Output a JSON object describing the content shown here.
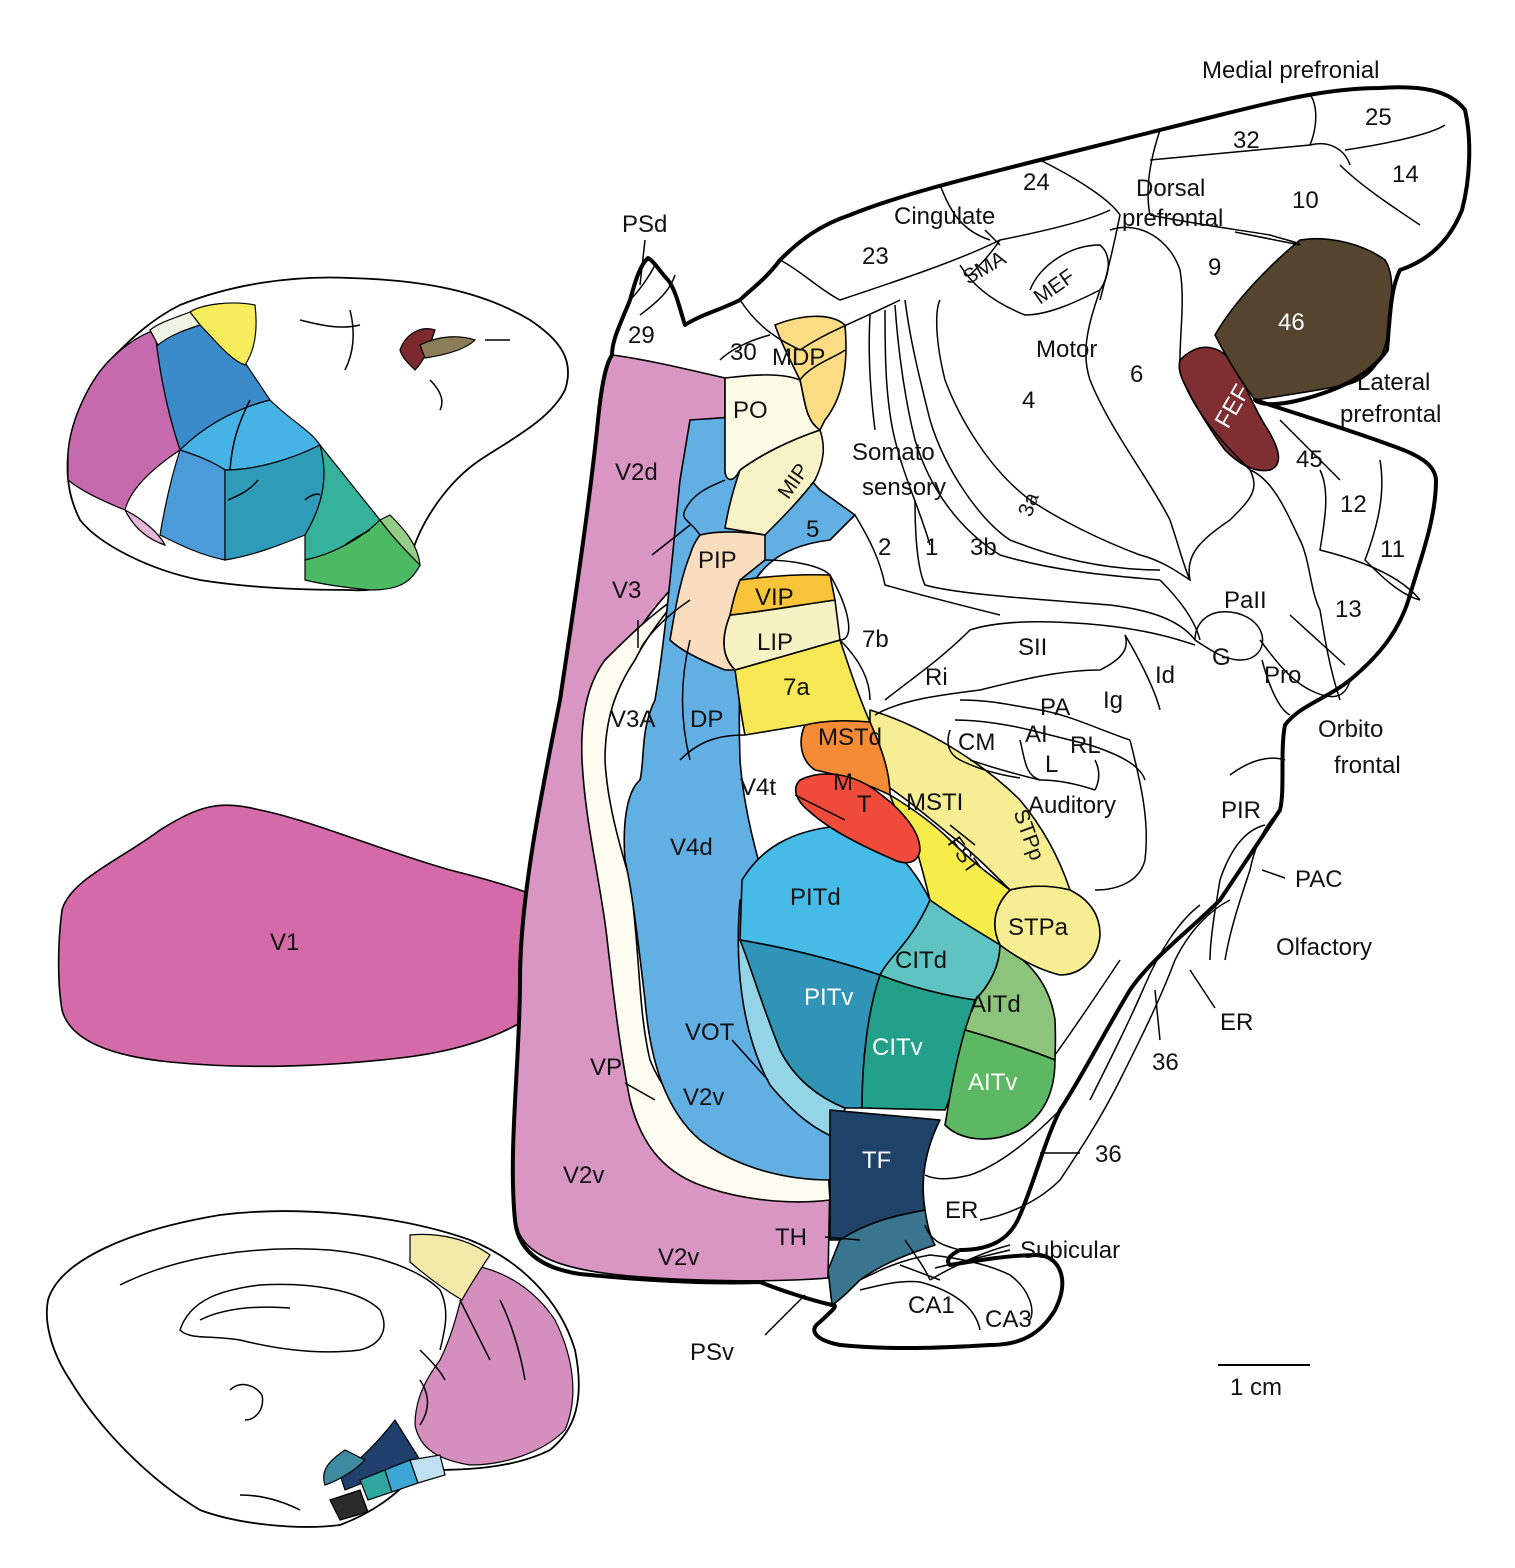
{
  "regions": {
    "medial_prefrontal": "Medial prefronial",
    "dorsal_prefrontal_1": "Dorsal",
    "dorsal_prefrontal_2": "prefrontal",
    "lateral_prefrontal_1": "Lateral",
    "lateral_prefrontal_2": "prefrontal",
    "cingulate": "Cingulate",
    "motor": "Motor",
    "somato_1": "Somato",
    "somato_2": "sensory",
    "orbito_1": "Orbito",
    "orbito_2": "frontal",
    "auditory": "Auditory",
    "olfactory": "Olfactory",
    "subicular": "Subicular"
  },
  "areas": {
    "a25": "25",
    "a32": "32",
    "a14": "14",
    "a10": "10",
    "a24": "24",
    "a9": "9",
    "a46": "46",
    "a23": "23",
    "SMA": "SMA",
    "MEF": "MEF",
    "a6": "6",
    "a4": "4",
    "FEF": "FEF",
    "a45": "45",
    "a12": "12",
    "a11": "11",
    "a13": "13",
    "PSd": "PSd",
    "a29": "29",
    "a30": "30",
    "MDP": "MDP",
    "PO": "PO",
    "MIP": "MIP",
    "V2d": "V2d",
    "a5": "5",
    "a2": "2",
    "a1": "1",
    "a3b": "3b",
    "a3a": "3a",
    "PIP": "PIP",
    "V3": "V3",
    "VIP": "VIP",
    "LIP": "LIP",
    "a7b": "7b",
    "SII": "SII",
    "PaII": "PaII",
    "G": "G",
    "Pro": "Pro",
    "Ri": "Ri",
    "Id": "Id",
    "Ig": "Ig",
    "PA": "PA",
    "AI": "AI",
    "RL": "RL",
    "CM": "CM",
    "L": "L",
    "V3A": "V3A",
    "DP": "DP",
    "a7a": "7a",
    "MSTd": "MSTd",
    "M": "M",
    "T": "T",
    "V4t": "V4t",
    "MSTI": "MSTI",
    "STPp": "STPp",
    "V4d": "V4d",
    "PITd": "PITd",
    "FST": "FST",
    "STPa": "STPa",
    "PIR": "PIR",
    "PAC": "PAC",
    "V1": "V1",
    "CITd": "CITd",
    "PITv": "PITv",
    "AITd": "AITd",
    "ER": "ER",
    "a36": "36",
    "VOT": "VOT",
    "CITv": "CITv",
    "VP": "VP",
    "V2v": "V2v",
    "AITv": "AITv",
    "TF": "TF",
    "TH": "TH",
    "CA1": "CA1",
    "CA3": "CA3",
    "PSv": "PSv"
  },
  "scale_bar": {
    "label": "1 cm"
  },
  "colors": {
    "V1": "#d46aa8",
    "V2": "#d996c3",
    "V3": "#fdfcf0",
    "V4": "#62afe3",
    "PITd": "#47bbe8",
    "PITv": "#2f94b5",
    "VOT": "#93d4e6",
    "CITd": "#5fc3c2",
    "CITv": "#22a08a",
    "AITd": "#8cc47c",
    "AITv": "#5db863",
    "TF": "#1f4268",
    "TH": "#3a7590",
    "MT": "#ef4a3a",
    "MSTd": "#f58c35",
    "MSTI": "#f6ec4a",
    "STP": "#f7ee93",
    "7a": "#f6e854",
    "LIP": "#f6f2c3",
    "VIP": "#f8c43a",
    "PIP": "#fadcbf",
    "MIP": "#f8f2c7",
    "MDP": "#fbdc85",
    "PO": "#fcfbe6",
    "46": "#55442e",
    "FEF": "#7f2e32"
  }
}
